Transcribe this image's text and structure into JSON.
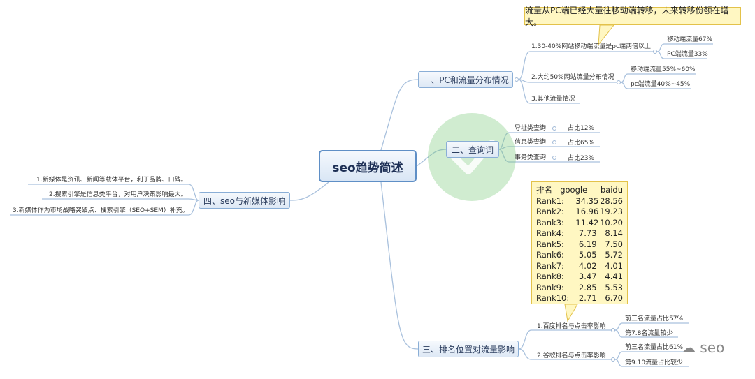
{
  "central": "seo趋势简述",
  "branches": {
    "b1": {
      "label": "一、PC和流量分布情况",
      "callout": "流量从PC端已经大量往移动端转移，未来转移份额在增大。",
      "items": [
        {
          "label": "1.30-40%网站移动端流量是pc端两倍以上",
          "leaves": [
            "移动端流量67%",
            "PC端流量33%"
          ]
        },
        {
          "label": "2.大约50%网站流量分布情况",
          "leaves": [
            "移动端流量55%~60%",
            "pc端流量40%~45%"
          ]
        },
        {
          "label": "3.其他流量情况",
          "leaves": []
        }
      ]
    },
    "b2": {
      "label": "二、查询词",
      "items": [
        {
          "label": "导址类查询",
          "leaf": "占比12%"
        },
        {
          "label": "信息类查询",
          "leaf": "占比65%"
        },
        {
          "label": "事务类查询",
          "leaf": "占比23%"
        }
      ]
    },
    "b3": {
      "label": "三、排名位置对流量影响",
      "table": {
        "headers": [
          "排名",
          "google",
          "baidu"
        ],
        "rows": [
          [
            "Rank1:",
            "34.35",
            "28.56"
          ],
          [
            "Rank2:",
            "16.96",
            "19.23"
          ],
          [
            "Rank3:",
            "11.42",
            "10.20"
          ],
          [
            "Rank4:",
            "7.73",
            "8.14"
          ],
          [
            "Rank5:",
            "6.19",
            "7.50"
          ],
          [
            "Rank6:",
            "5.05",
            "5.72"
          ],
          [
            "Rank7:",
            "4.02",
            "4.01"
          ],
          [
            "Rank8:",
            "3.47",
            "4.41"
          ],
          [
            "Rank9:",
            "2.85",
            "5.53"
          ],
          [
            "Rank10:",
            "2.71",
            "6.70"
          ]
        ]
      },
      "items": [
        {
          "label": "1.百度排名与点击率影响",
          "leaves": [
            "前三名流量占比57%",
            "第7.8名流量较少"
          ]
        },
        {
          "label": "2.谷歌排名与点击率影响",
          "leaves": [
            "前三名流量占比61%",
            "第9.10流量占比较少"
          ]
        }
      ]
    },
    "b4": {
      "label": "四、seo与新媒体影响",
      "items": [
        "1.新媒体是资讯、新闻等载体平台，利于品牌、口碑。",
        "2.搜索引擎是信息类平台，对用户决策影响最大。",
        "3.新媒体作为市场战略突破点、搜索引擎（SEO+SEM）补充。"
      ]
    }
  },
  "watermark": "seo",
  "colors": {
    "line": "#a9c1dd",
    "callout": "#fff7c2",
    "node": "#dde8f5",
    "watermark": "#78c878"
  }
}
